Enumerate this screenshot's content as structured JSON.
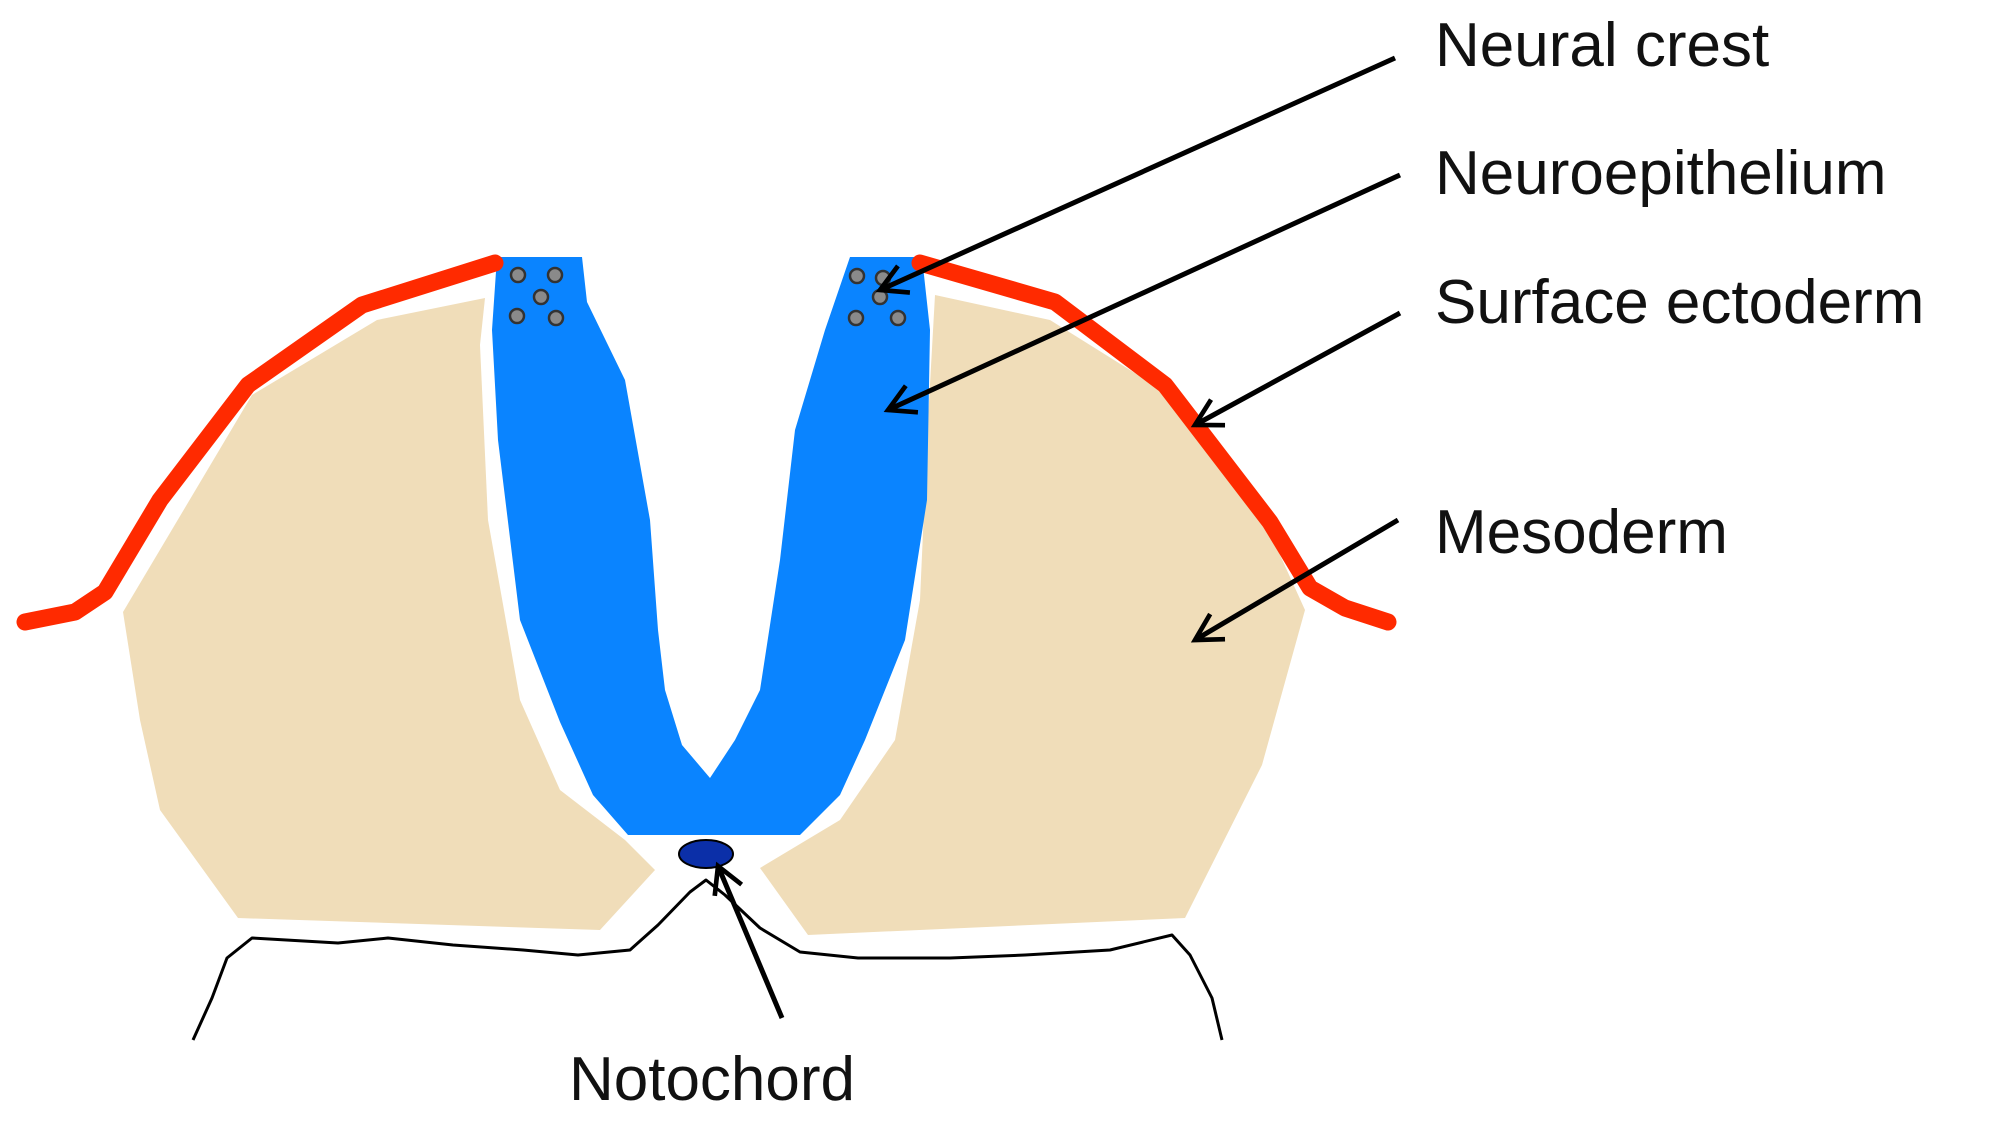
{
  "labels": {
    "neural_crest": "Neural crest",
    "neuroepithelium": "Neuroepithelium",
    "surface_ectoderm": "Surface ectoderm",
    "mesoderm": "Mesoderm",
    "notochord": "Notochord"
  },
  "colors": {
    "surface_ectoderm": "#ff2a00",
    "neuroepithelium": "#0a84ff",
    "mesoderm": "#f0ddb9",
    "notochord": "#0b2fa8",
    "neural_crest_cells": "#8a8a8a",
    "outline": "#000000"
  }
}
